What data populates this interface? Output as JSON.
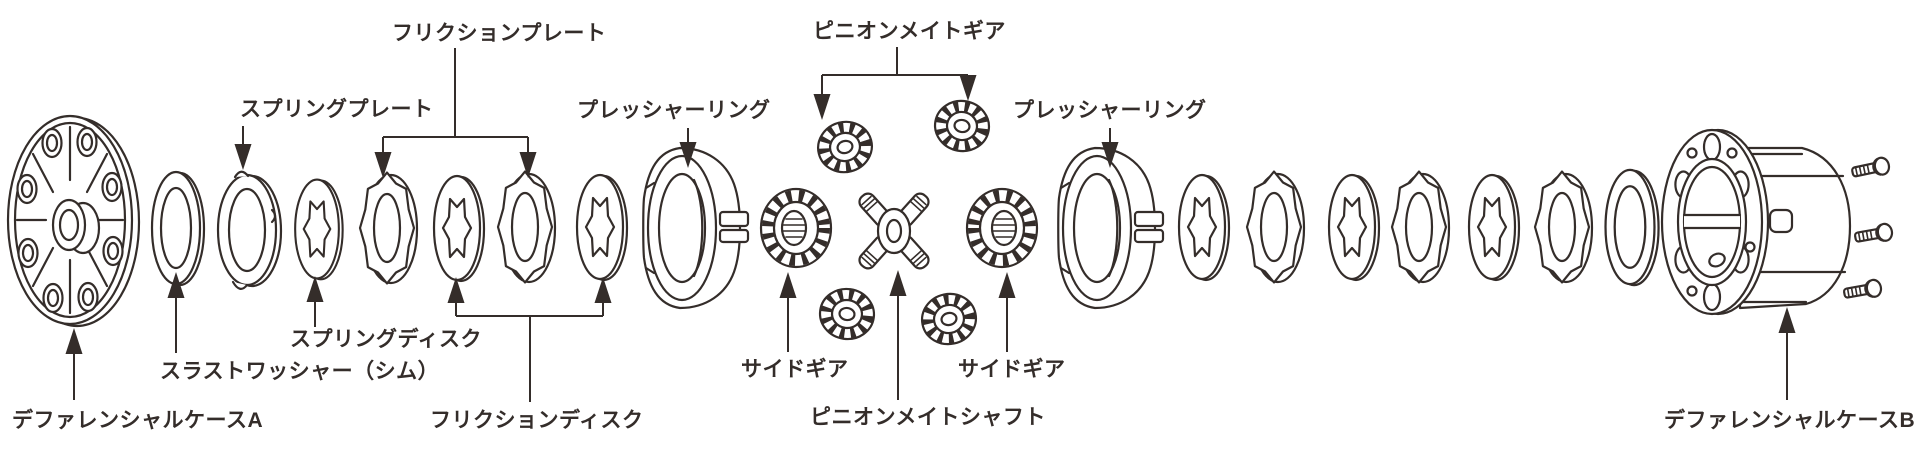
{
  "labels": {
    "friction_plate": "フリクションプレート",
    "spring_plate": "スプリングプレート",
    "pressure_ring_left": "プレッシャーリング",
    "pinion_mate_gear": "ピニオンメイトギア",
    "pressure_ring_right": "プレッシャーリング",
    "differential_case_a": "デファレンシャルケースA",
    "thrust_washer_shim": "スラストワッシャー（シム）",
    "spring_disc": "スプリングディスク",
    "friction_disc": "フリクションディスク",
    "side_gear_left": "サイドギア",
    "side_gear_right": "サイドギア",
    "pinion_mate_shaft": "ピニオンメイトシャフト",
    "differential_case_b": "デファレンシャルケースB"
  },
  "colors": {
    "ink": "#342d2a",
    "background": "#ffffff"
  }
}
